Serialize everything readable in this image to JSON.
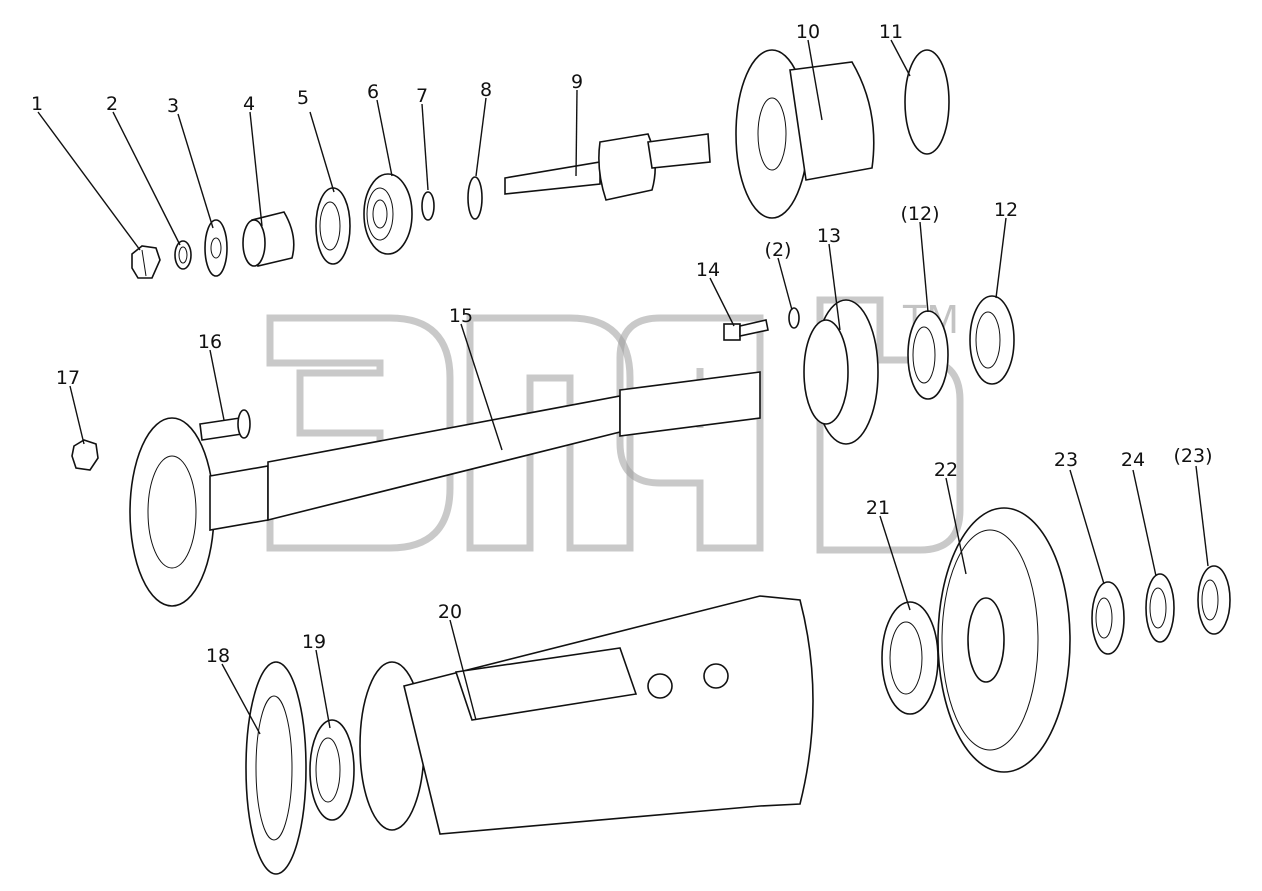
{
  "diagram": {
    "watermark_mark": "TM",
    "corner_code": "",
    "parts": [
      {
        "label": "1"
      },
      {
        "label": "2"
      },
      {
        "label": "3"
      },
      {
        "label": "4"
      },
      {
        "label": "5"
      },
      {
        "label": "6"
      },
      {
        "label": "7"
      },
      {
        "label": "8"
      },
      {
        "label": "9"
      },
      {
        "label": "10"
      },
      {
        "label": "11"
      },
      {
        "label": "(12)"
      },
      {
        "label": "12"
      },
      {
        "label": "(2)"
      },
      {
        "label": "13"
      },
      {
        "label": "14"
      },
      {
        "label": "15"
      },
      {
        "label": "16"
      },
      {
        "label": "17"
      },
      {
        "label": "18"
      },
      {
        "label": "19"
      },
      {
        "label": "20"
      },
      {
        "label": "21"
      },
      {
        "label": "22"
      },
      {
        "label": "23"
      },
      {
        "label": "24"
      },
      {
        "label": "(23)"
      }
    ]
  }
}
